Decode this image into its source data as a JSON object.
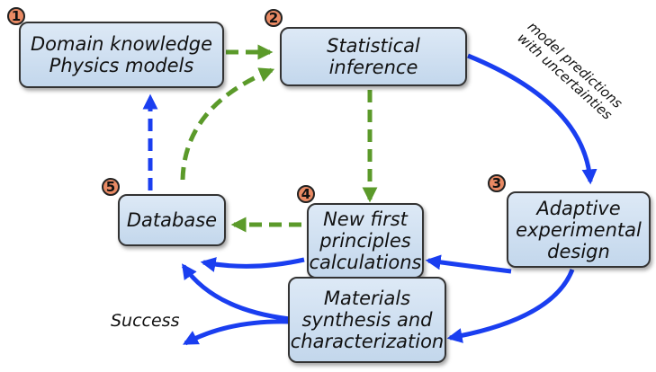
{
  "nodes": {
    "domain": {
      "badge": "1",
      "line1": "Domain knowledge",
      "line2": "Physics models"
    },
    "inference": {
      "badge": "2",
      "line1": "Statistical",
      "line2": "inference"
    },
    "design": {
      "badge": "3",
      "line1": "Adaptive",
      "line2": "experimental",
      "line3": "design"
    },
    "calculations": {
      "badge": "4",
      "line1": "New first",
      "line2": "principles",
      "line3": "calculations"
    },
    "database": {
      "badge": "5",
      "line1": "Database"
    },
    "synthesis": {
      "line1": "Materials",
      "line2": "synthesis and",
      "line3": "characterization"
    }
  },
  "labels": {
    "predictions_line1": "model predictions",
    "predictions_line2": "with uncertainties",
    "success": "Success"
  },
  "colors": {
    "green_arrow": "#5b9a2a",
    "blue_arrow": "#1a3ef0",
    "box_fill": "#cfe0f2",
    "badge_fill": "#e98a64"
  }
}
